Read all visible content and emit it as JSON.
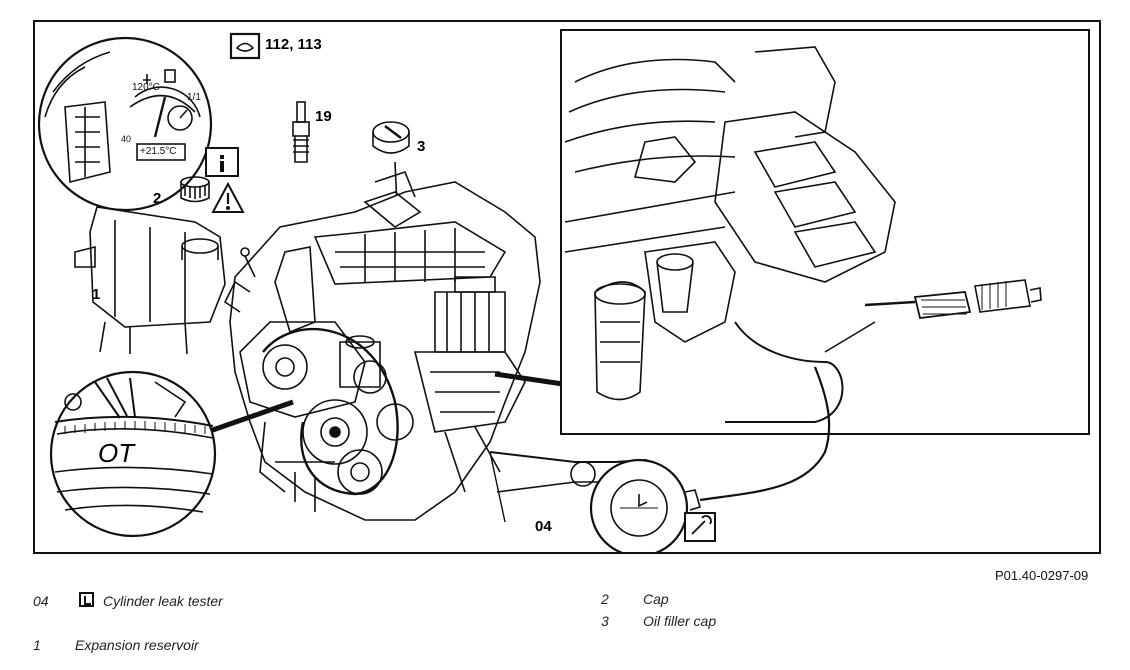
{
  "diagram": {
    "reference_number": "P01.40-0297-09",
    "callouts": {
      "spec_ref": "112, 113",
      "spark_plug": "19",
      "oil_filler_cap": "3",
      "cap": "2",
      "expansion_reservoir": "1",
      "leak_tester": "04",
      "tdc_mark": "OT"
    },
    "gauge": {
      "temp_high": "120°C",
      "temp_low": "40",
      "outside_temp": "+21.5°C",
      "fuel_full": "1/1"
    },
    "legend": {
      "left": [
        {
          "code": "04",
          "has_tool_icon": true,
          "label": "Cylinder leak tester"
        },
        {
          "code": "1",
          "has_tool_icon": false,
          "label": "Expansion reservoir"
        }
      ],
      "right": [
        {
          "code": "2",
          "label": "Cap"
        },
        {
          "code": "3",
          "label": "Oil filler cap"
        }
      ]
    }
  }
}
